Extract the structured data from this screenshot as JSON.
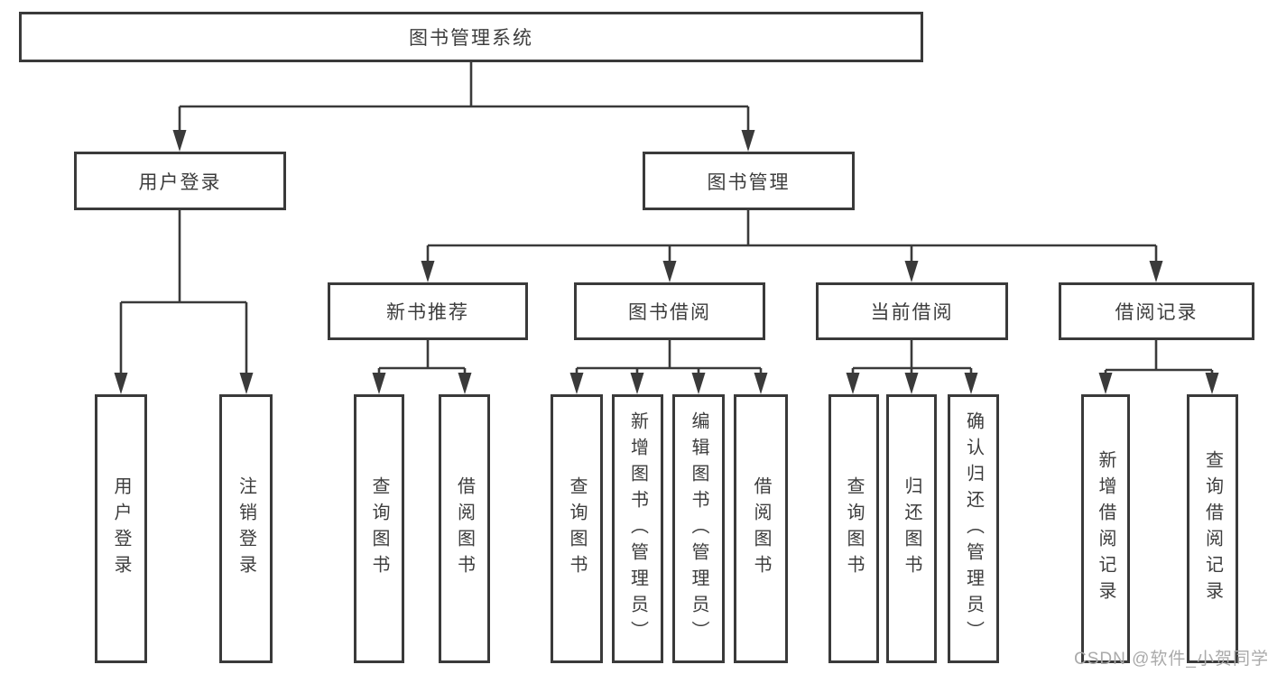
{
  "colors": {
    "line": "#3a3a3a",
    "box_bg": "#ffffff",
    "text": "#3d3d3d",
    "watermark": "#aaaaaa",
    "page_bg": "#ffffff"
  },
  "diagram": {
    "root": "图书管理系统",
    "level2": {
      "user_login": {
        "label": "用户登录",
        "children": [
          "用户登录",
          "注销登录"
        ]
      },
      "book_management": {
        "label": "图书管理",
        "sections": {
          "new_book_recommend": {
            "label": "新书推荐",
            "children": [
              "查询图书",
              "借阅图书"
            ]
          },
          "book_borrow": {
            "label": "图书借阅",
            "children": [
              "查询图书",
              "新增图书（管理员）",
              "编辑图书（管理员）",
              "借阅图书"
            ]
          },
          "current_borrow": {
            "label": "当前借阅",
            "children": [
              "查询图书",
              "归还图书",
              "确认归还（管理员）"
            ]
          },
          "borrow_records": {
            "label": "借阅记录",
            "children": [
              "新增借阅记录",
              "查询借阅记录"
            ]
          }
        }
      }
    }
  },
  "watermark": {
    "text": "CSDN @软件_小贺同学"
  }
}
